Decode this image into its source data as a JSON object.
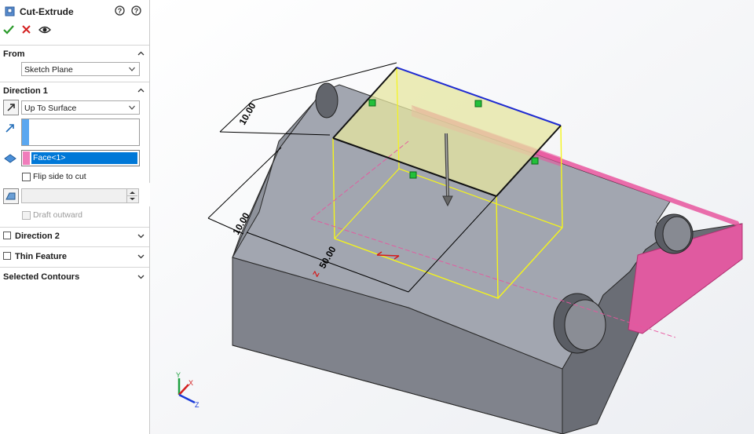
{
  "feature": {
    "title": "Cut-Extrude",
    "icons": [
      "cut-extrude-icon",
      "whats-wrong-icon",
      "help-icon",
      "ok-check-icon",
      "cancel-x-icon",
      "preview-eye-icon"
    ]
  },
  "from": {
    "header": "From",
    "value": "Sketch Plane"
  },
  "direction1": {
    "header": "Direction 1",
    "end_condition": "Up To Surface",
    "face_selection": "Face<1>",
    "flip_side_label": "Flip side to cut",
    "draft_outward_label": "Draft outward",
    "draft_value": ""
  },
  "direction2": {
    "header": "Direction 2"
  },
  "thin_feature": {
    "header": "Thin Feature"
  },
  "selected_contours": {
    "header": "Selected Contours"
  },
  "dimensions": {
    "top_width": "10.00",
    "left_height": "10.00",
    "length": "50.00"
  },
  "triad": {
    "x": "X",
    "y": "Y",
    "z": "Z"
  },
  "colors": {
    "highlight_face": "#e8559e",
    "preview_edge": "#f5f51a",
    "selection_blue": "#0078d7",
    "part_gray": "#9aa0ad"
  }
}
